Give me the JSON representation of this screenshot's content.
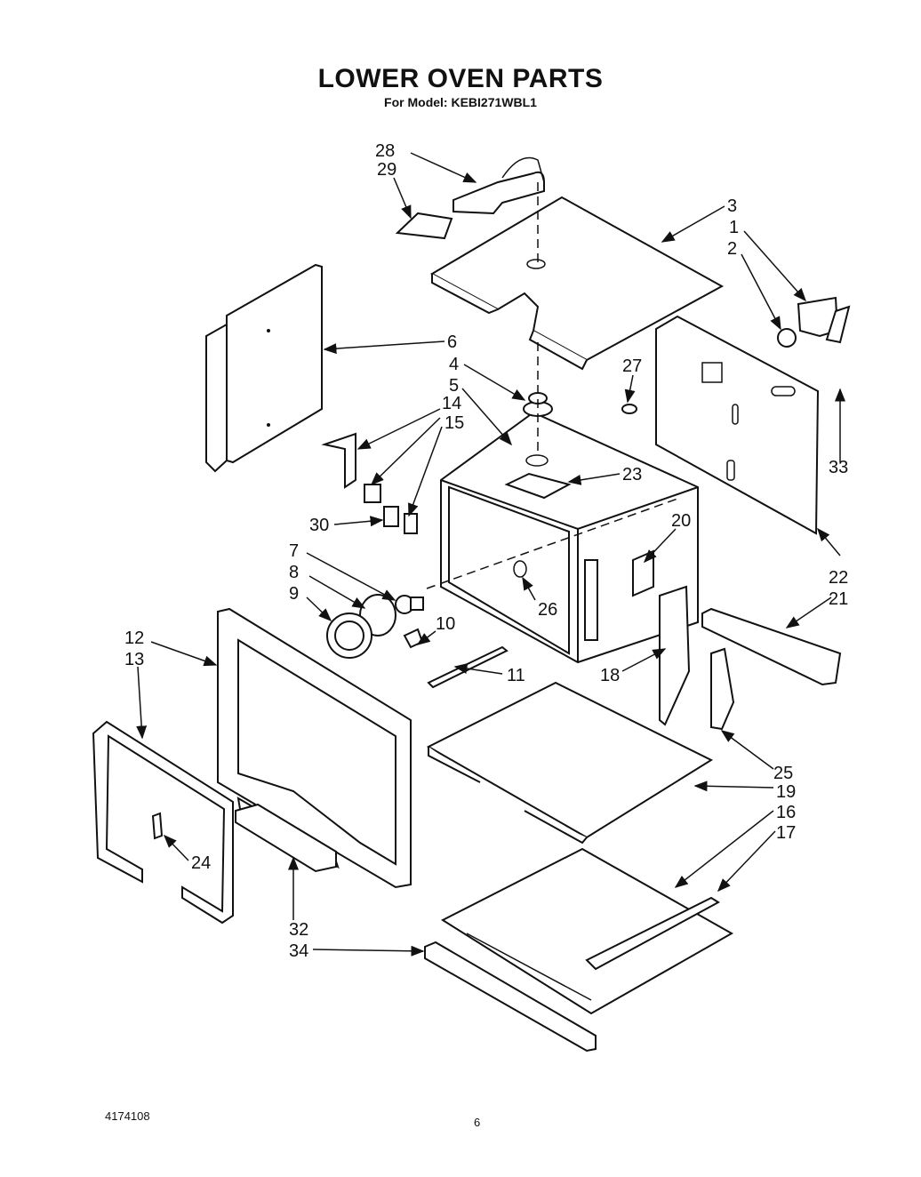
{
  "title": "LOWER OVEN PARTS",
  "subtitle": "For Model: KEBI271WBL1",
  "footer": {
    "doc_number": "4174108",
    "page_number": "6"
  },
  "callouts": {
    "c1": "1",
    "c2": "2",
    "c3": "3",
    "c4": "4",
    "c5": "5",
    "c6": "6",
    "c7": "7",
    "c8": "8",
    "c9": "9",
    "c10": "10",
    "c11": "11",
    "c12": "12",
    "c13": "13",
    "c13b": "13",
    "c14": "14",
    "c15": "15",
    "c16": "16",
    "c17": "17",
    "c18": "18",
    "c19": "19",
    "c20": "20",
    "c21": "21",
    "c22": "22",
    "c23": "23",
    "c24": "24",
    "c25": "25",
    "c26": "26",
    "c27": "27",
    "c28": "28",
    "c29": "29",
    "c30": "30",
    "c32": "32",
    "c33": "33",
    "c34": "34"
  }
}
